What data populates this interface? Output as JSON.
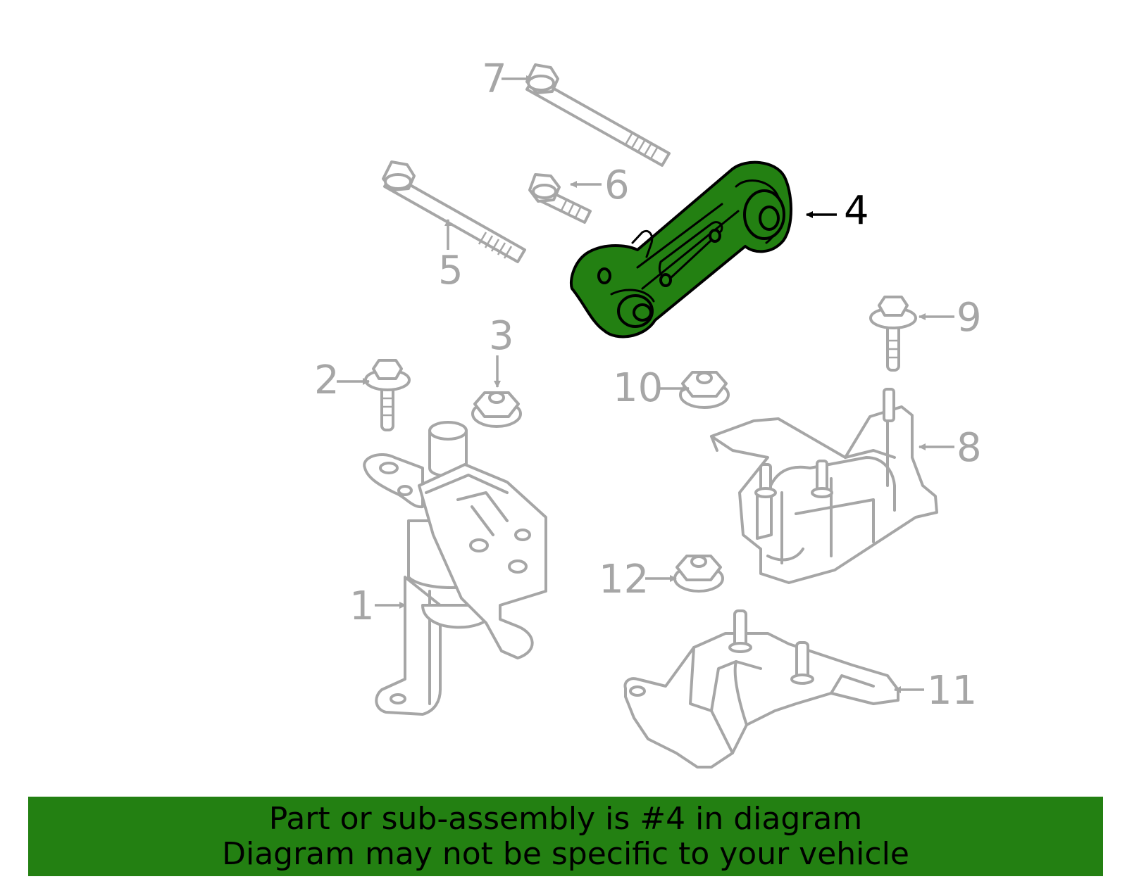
{
  "diagram": {
    "highlight_color": "#238012",
    "part_color": "#a6a6a6",
    "highlighted_callout": "4",
    "callouts": {
      "c1": "1",
      "c2": "2",
      "c3": "3",
      "c4": "4",
      "c5": "5",
      "c6": "6",
      "c7": "7",
      "c8": "8",
      "c9": "9",
      "c10": "10",
      "c11": "11",
      "c12": "12"
    }
  },
  "banner": {
    "background": "#238012",
    "line1": "Part or sub-assembly is #4 in diagram",
    "line2": "Diagram may not be specific to your vehicle"
  }
}
